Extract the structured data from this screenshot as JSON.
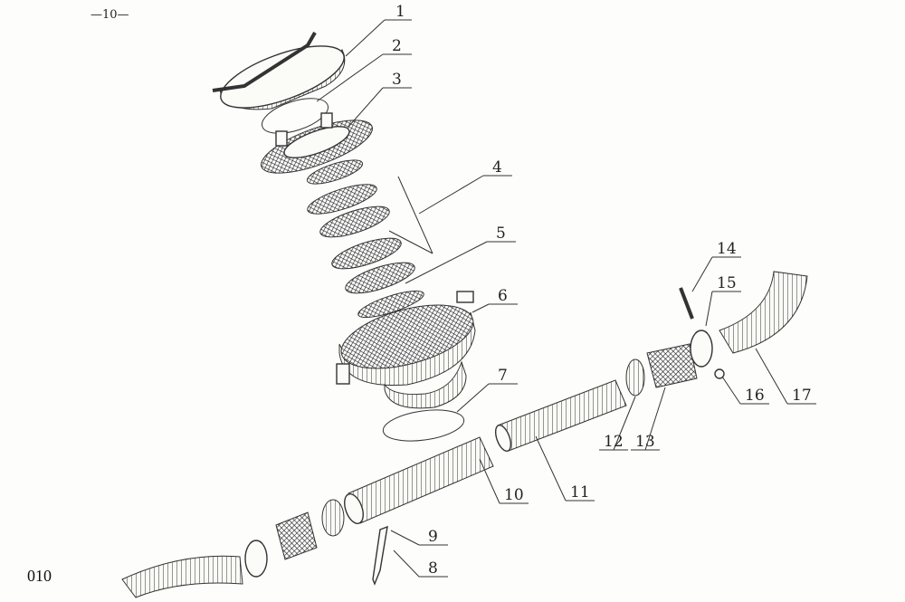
{
  "page_header": "—10—",
  "edition_code": "010",
  "part_labels": [
    "1",
    "2",
    "3",
    "4",
    "5",
    "6",
    "7",
    "8",
    "9",
    "10",
    "11",
    "12",
    "13",
    "14",
    "15",
    "16",
    "17"
  ]
}
